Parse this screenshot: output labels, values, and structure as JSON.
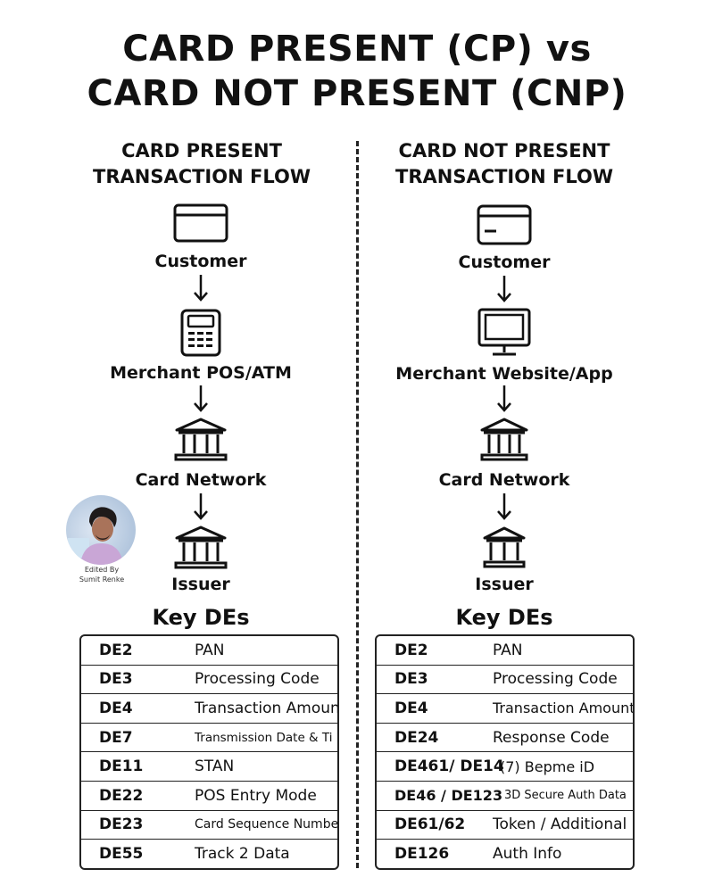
{
  "title": {
    "line1": "CARD PRESENT (CP) vs",
    "line2": "CARD NOT PRESENT (CNP)"
  },
  "left": {
    "flow_title_line1": "CARD PRESENT",
    "flow_title_line2": "TRANSACTION FLOW",
    "nodes": [
      {
        "label": "Customer",
        "icon": "credit-card-icon"
      },
      {
        "label": "Merchant POS/ATM",
        "icon": "pos-terminal-icon"
      },
      {
        "label": "Card Network",
        "icon": "bank-building-icon"
      },
      {
        "label": "Issuer",
        "icon": "bank-building-icon"
      }
    ],
    "key_title": "Key DEs",
    "rows": [
      {
        "de": "DE2",
        "desc": "PAN"
      },
      {
        "de": "DE3",
        "desc": "Processing Code"
      },
      {
        "de": "DE4",
        "desc": "Transaction Amount"
      },
      {
        "de": "DE7",
        "desc": "Transmission Date & Ti"
      },
      {
        "de": "DE11",
        "desc": "STAN"
      },
      {
        "de": "DE22",
        "desc": "POS Entry Mode"
      },
      {
        "de": "DE23",
        "desc": "Card Sequence Number"
      },
      {
        "de": "DE55",
        "desc": "Track 2 Data"
      }
    ]
  },
  "right": {
    "flow_title_line1": "CARD NOT PRESENT",
    "flow_title_line2": "TRANSACTION FLOW",
    "nodes": [
      {
        "label": "Customer",
        "icon": "credit-card-icon"
      },
      {
        "label": "Merchant Website/App",
        "icon": "computer-monitor-icon"
      },
      {
        "label": "Card Network",
        "icon": "bank-building-icon"
      },
      {
        "label": "Issuer",
        "icon": "bank-building-icon"
      }
    ],
    "key_title": "Key DEs",
    "rows": [
      {
        "de": "DE2",
        "desc": "PAN"
      },
      {
        "de": "DE3",
        "desc": "Processing Code"
      },
      {
        "de": "DE4",
        "desc": "Transaction Amount"
      },
      {
        "de": "DE24",
        "desc": "Response Code"
      },
      {
        "de": "DE461/ DE14",
        "desc": "(7) Bepme iD"
      },
      {
        "de": "DE46 / DE123",
        "desc": "3D Secure Auth Data"
      },
      {
        "de": "DE61/62",
        "desc": "Token / Additional"
      },
      {
        "de": "DE126",
        "desc": "Auth Info"
      }
    ]
  },
  "credit": {
    "line1": "Edited By",
    "line2": "Sumit Renke"
  }
}
